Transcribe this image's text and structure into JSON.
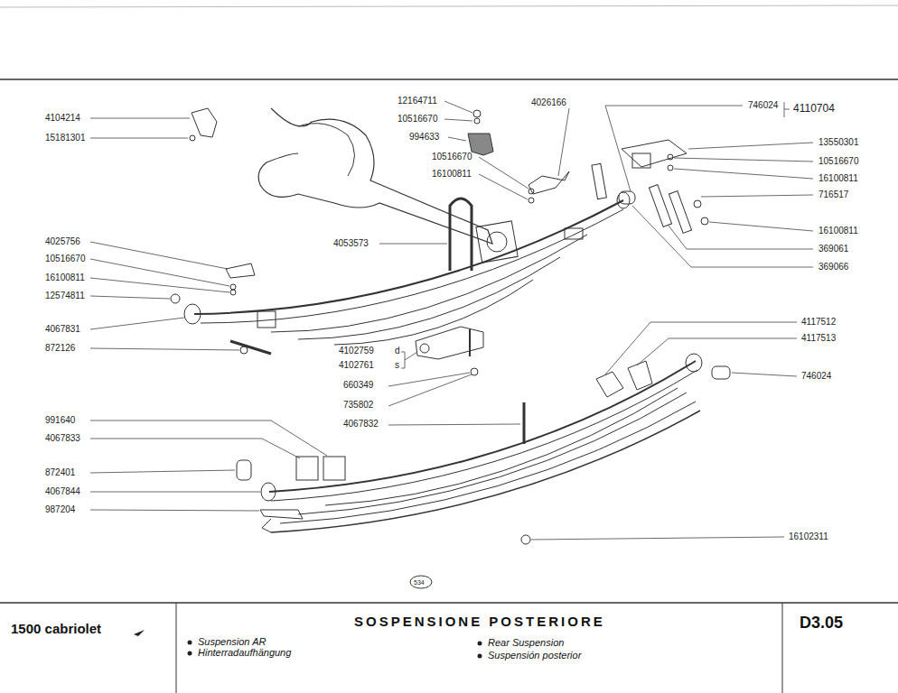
{
  "diagram": {
    "title": "SOSPENSIONE POSTERIORE",
    "labels": [
      "4104214",
      "15181301",
      "12164711",
      "10516670",
      "994633",
      "10516670",
      "16100811",
      "4026166",
      "746024",
      "4110704",
      "13550301",
      "10516670",
      "16100811",
      "716517",
      "16100811",
      "369061",
      "369066",
      "4025756",
      "10516670",
      "16100811",
      "12574811",
      "4067831",
      "872126",
      "4053573",
      "4102759",
      "d",
      "4102761",
      "s",
      "660349",
      "735802",
      "4067832",
      "4117512",
      "4117513",
      "746024",
      "991640",
      "4067833",
      "872401",
      "4067844",
      "987204",
      "16102311",
      "534",
      "1500 cabriolet",
      "D3.05",
      "Suspension AR",
      "Hinterradaufhängung",
      "Rear Suspension",
      "Suspensión posterior"
    ]
  }
}
